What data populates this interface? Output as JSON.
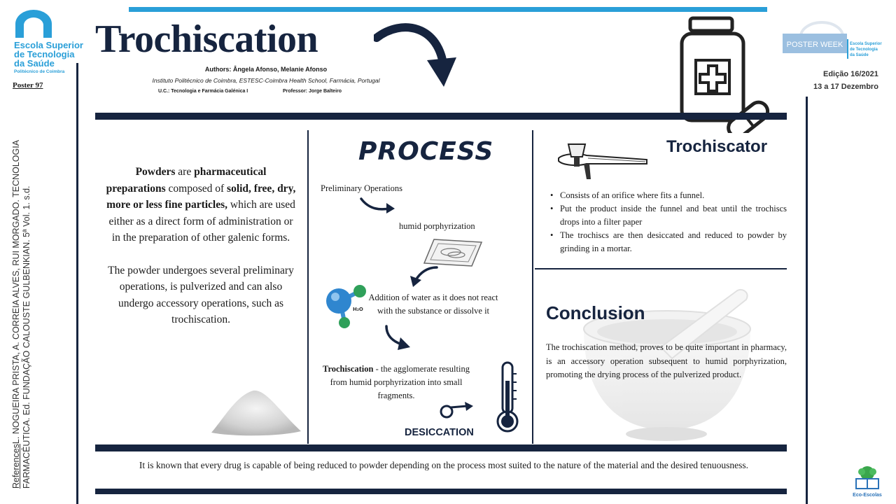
{
  "header": {
    "title": "Trochiscation",
    "authors": "Authors: Ângela Afonso, Melanie Afonso",
    "institute": "Instituto Politécnico de Coimbra, ESTESC-Coimbra Health School, Farmácia, Portugal",
    "uc": "U.C.: Tecnologia e Farmácia Galénica I",
    "professor": "Professor: Jorge Balteiro"
  },
  "school_logo": {
    "lines": [
      "Escola Superior",
      "de Tecnologia",
      "da Saúde"
    ],
    "sub": "Politécnico de Coimbra"
  },
  "poster_label": "Poster 97",
  "event": {
    "badge": "POSTER WEEK",
    "edition": "Edição 16/2021",
    "dates": "13 a 17 Dezembro"
  },
  "references": {
    "label": "References",
    "text": "L. NOGUEIRA PRISTA, A. CORREIA ALVES, RUI MORGADO. TECNOLOGIA FARMACÊUTICA. Ed. FUNDAÇÃO CALOUSTE GULBENKIAN. 5ª Vol. 1. s.d."
  },
  "intro": {
    "p1_b1": "Powders",
    "p1_t1": " are ",
    "p1_b2": "pharmaceutical preparations",
    "p1_t2": " composed of ",
    "p1_b3": "solid, free, dry, more or less fine particles,",
    "p1_t3": " which are used either as a direct form of administration or in the preparation of other galenic forms.",
    "p2": "The powder undergoes several preliminary operations, is pulverized and can also undergo accessory operations, such as trochiscation."
  },
  "process": {
    "heading": "PROCESS",
    "step1": "Preliminary Operations",
    "step2": "humid porphyrization",
    "step3": "Addition of water as it does not react with the substance or dissolve it",
    "step4_bold": "Trochiscation",
    "step4_text": " - the agglomerate resulting from humid porphyrization into small fragments.",
    "step5": "DESICCATION"
  },
  "trochiscator": {
    "heading": "Trochiscator",
    "items": [
      "Consists of an orifice where fits a funnel.",
      "Put the product inside the funnel and beat until the trochiscs drops into a filter paper",
      "The trochiscs are then desiccated and reduced to powder by grinding in a mortar."
    ]
  },
  "conclusion": {
    "heading": "Conclusion",
    "body": "The trochiscation method, proves to be quite important in pharmacy, is an accessory operation subsequent to humid porphyrization, promoting the drying process of the pulverized product."
  },
  "footer": "It is known that every drug is capable of being reduced to powder depending on the process most suited to the nature of the material and the desired tenuousness.",
  "eco_label": "Eco-Escolas",
  "colors": {
    "navy": "#16243f",
    "accent_blue": "#2a9fd8"
  }
}
